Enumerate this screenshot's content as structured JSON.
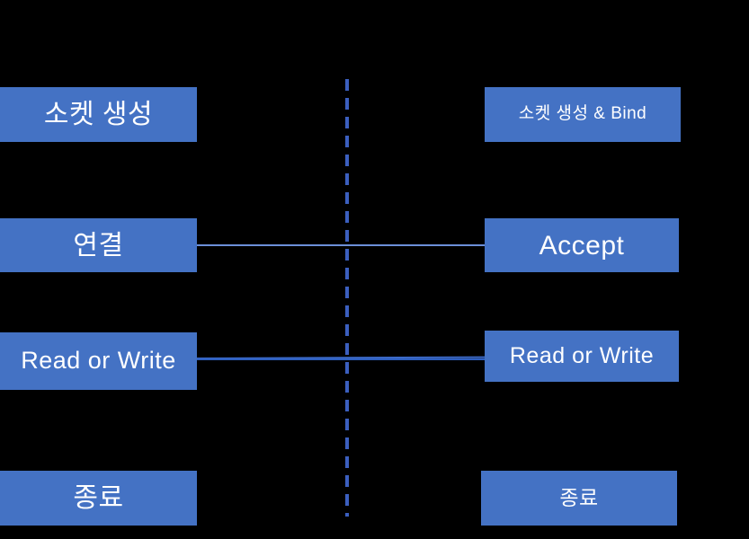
{
  "diagram": {
    "title": "Socket communication flow (client / server)",
    "background_color": "#000000",
    "node_color": "#4472C4",
    "node_text_color": "#FFFFFF",
    "divider_color": "#3B5FBF",
    "connector_color": "#2E5FC0",
    "client_column": {
      "nodes": [
        {
          "id": "client-socket",
          "label": "소켓 생성"
        },
        {
          "id": "client-connect",
          "label": "연결"
        },
        {
          "id": "client-rw",
          "label": "Read or Write"
        },
        {
          "id": "client-close",
          "label": "종료"
        }
      ]
    },
    "server_column": {
      "nodes": [
        {
          "id": "server-socket",
          "label": "소켓 생성 & Bind"
        },
        {
          "id": "server-accept",
          "label": "Accept"
        },
        {
          "id": "server-rw",
          "label": "Read or Write"
        },
        {
          "id": "server-close",
          "label": "종료"
        }
      ]
    },
    "connectors": [
      {
        "id": "connect-accept",
        "from": "client-connect",
        "to": "server-accept",
        "style": "solid"
      },
      {
        "id": "rw-rw",
        "from": "client-rw",
        "to": "server-rw",
        "style": "solid"
      }
    ],
    "divider": {
      "id": "client-server-divider",
      "style": "dashed",
      "orientation": "vertical"
    }
  }
}
